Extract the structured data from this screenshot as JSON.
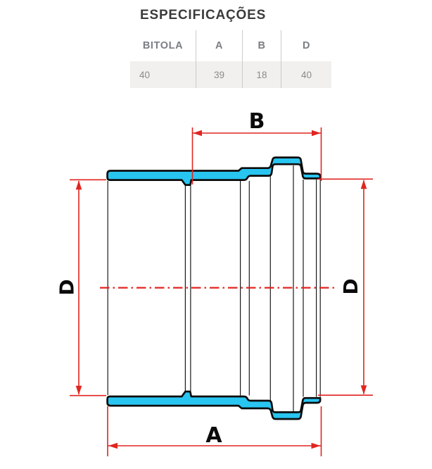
{
  "page": {
    "title": "ESPECIFICAÇÕES"
  },
  "spec_table": {
    "columns": [
      "BITOLA",
      "A",
      "B",
      "D"
    ],
    "rows": [
      {
        "bitola": "40",
        "a": "39",
        "b": "18",
        "d": "40"
      }
    ]
  },
  "drawing": {
    "type": "technical-cross-section",
    "subject": "pipe-fitting-socket",
    "dim_labels": {
      "a": "A",
      "b": "B",
      "d_left": "D",
      "d_right": "D"
    },
    "colors": {
      "fitting_fill": "#29c5f1",
      "fitting_outline": "#0c0c0c",
      "dimension_red": "#e02520",
      "thin_edge": "#1a1a1a"
    }
  }
}
